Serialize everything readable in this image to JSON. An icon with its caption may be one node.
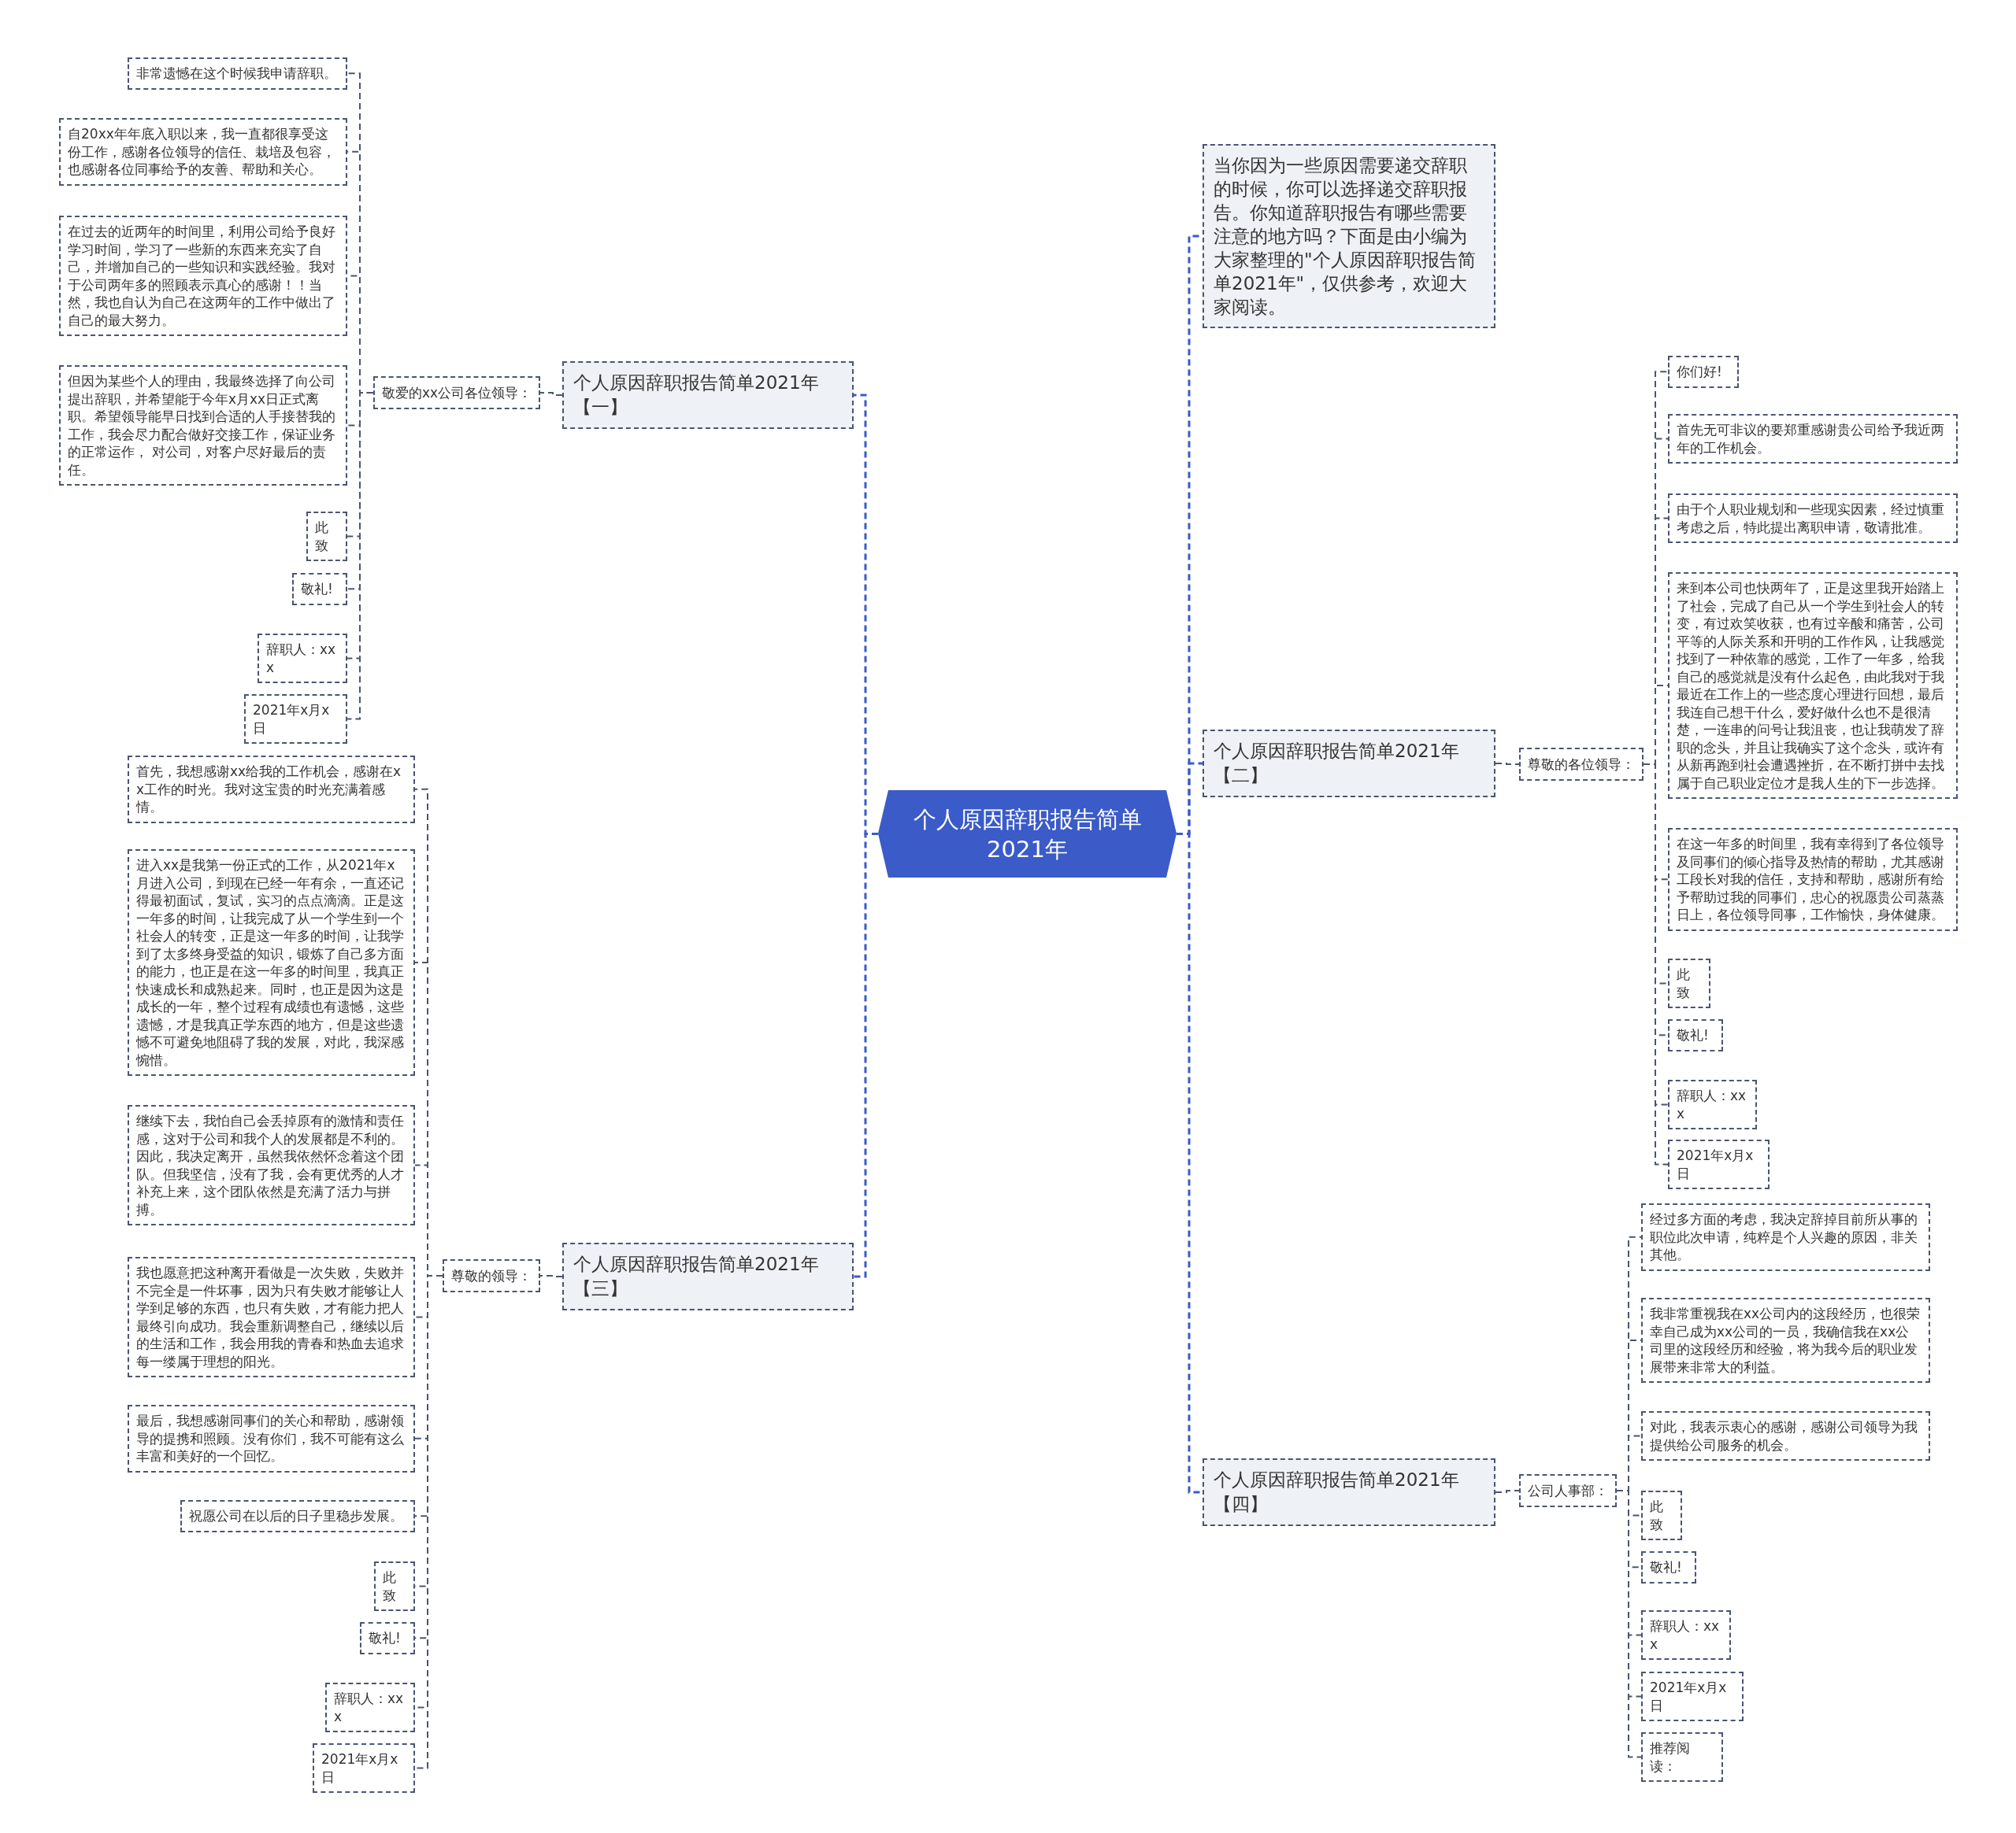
{
  "diagram": {
    "nodes": [
      {
        "text": [
          "个人原因辞职报告简单2021年"
        ]
      },
      {
        "text": [
          "当你因为一些原因需要递交辞职的时候，你可以选择递交辞职报告。你知道辞职报告有哪些需要注意的地方吗？下面是由小编为大家整理的\"个人原因辞职报告简单2021年\"，仅供参考，欢迎大家阅读。"
        ]
      },
      {
        "text": [
          "个人原因辞职报告简单2021年【一】"
        ]
      },
      {
        "text": [
          "敬爱的xx公司各位领导："
        ]
      },
      {
        "text": [
          "非常遗憾在这个时候我申请辞职。"
        ]
      },
      {
        "text": [
          "自20xx年年底入职以来，我一直都很享受这份工作，感谢各位领导的信任、栽培及包容，也感谢各位同事给予的友善、帮助和关心。"
        ]
      },
      {
        "text": [
          "在过去的近两年的时间里，利用公司给予良好学习时间，学习了一些新的东西来充实了自己，并增加自己的一些知识和实践经验。我对于公司两年多的照顾表示真心的感谢！！当然，我也自认为自己在这两年的工作中做出了自己的最大努力。"
        ]
      },
      {
        "text": [
          "但因为某些个人的理由，我最终选择了向公司提出辞职，并希望能于今年x月xx日正式离职。希望领导能早日找到合适的人手接替我的工作，我会尽力配合做好交接工作，保证业务的正常运作， 对公司，对客户尽好最后的责任。"
        ]
      },
      {
        "text": [
          "此致"
        ]
      },
      {
        "text": [
          "敬礼!"
        ]
      },
      {
        "text": [
          "辞职人：xxx"
        ]
      },
      {
        "text": [
          "2021年x月x日"
        ]
      },
      {
        "text": [
          "个人原因辞职报告简单2021年【二】"
        ]
      },
      {
        "text": [
          "尊敬的各位领导："
        ]
      },
      {
        "text": [
          "你们好!"
        ]
      },
      {
        "text": [
          "首先无可非议的要郑重感谢贵公司给予我近两年的工作机会。"
        ]
      },
      {
        "text": [
          "由于个人职业规划和一些现实因素，经过慎重考虑之后，特此提出离职申请，敬请批准。"
        ]
      },
      {
        "text": [
          "来到本公司也快两年了，正是这里我开始踏上了社会，完成了自己从一个学生到社会人的转变，有过欢笑收获，也有过辛酸和痛苦，公司平等的人际关系和开明的工作作风，让我感觉找到了一种依靠的感觉，工作了一年多，给我自己的感觉就是没有什么起色，由此我对于我最近在工作上的一些态度心理进行回想，最后我连自己想干什么，爱好做什么也不是很清楚，一连串的问号让我沮丧，也让我萌发了辞职的念头，并且让我确实了这个念头，或许有从新再跑到社会遭遇挫折，在不断打拼中去找属于自己职业定位才是我人生的下一步选择。"
        ]
      },
      {
        "text": [
          "在这一年多的时间里，我有幸得到了各位领导及同事们的倾心指导及热情的帮助，尤其感谢工段长对我的信任，支持和帮助，感谢所有给予帮助过我的同事们，忠心的祝愿贵公司蒸蒸日上，各位领导同事，工作愉快，身体健康。"
        ]
      },
      {
        "text": [
          "此致"
        ]
      },
      {
        "text": [
          "敬礼!"
        ]
      },
      {
        "text": [
          "辞职人：xxx"
        ]
      },
      {
        "text": [
          "2021年x月x日"
        ]
      },
      {
        "text": [
          "个人原因辞职报告简单2021年【三】"
        ]
      },
      {
        "text": [
          "尊敬的领导："
        ]
      },
      {
        "text": [
          "首先，我想感谢xx给我的工作机会，感谢在xx工作的时光。我对这宝贵的时光充满着感情。"
        ]
      },
      {
        "text": [
          "进入xx是我第一份正式的工作，从2021年x月进入公司，到现在已经一年有余，一直还记得最初面试，复试，实习的点点滴滴。正是这一年多的时间，让我完成了从一个学生到一个社会人的转变，正是这一年多的时间，让我学到了太多终身受益的知识，锻炼了自己多方面的能力，也正是在这一年多的时间里，我真正快速成长和成熟起来。同时，也正是因为这是成长的一年，整个过程有成绩也有遗憾，这些遗憾，才是我真正学东西的地方，但是这些遗憾不可避免地阻碍了我的发展，对此，我深感惋惜。"
        ]
      },
      {
        "text": [
          "继续下去，我怕自己会丢掉原有的激情和责任感，这对于公司和我个人的发展都是不利的。因此，我决定离开，虽然我依然怀念着这个团队。但我坚信，没有了我，会有更优秀的人才补充上来，这个团队依然是充满了活力与拼搏。"
        ]
      },
      {
        "text": [
          "我也愿意把这种离开看做是一次失败，失败并不完全是一件坏事，因为只有失败才能够让人学到足够的东西，也只有失败，才有能力把人最终引向成功。我会重新调整自己，继续以后的生活和工作，我会用我的青春和热血去追求每一缕属于理想的阳光。"
        ]
      },
      {
        "text": [
          "最后，我想感谢同事们的关心和帮助，感谢领导的提携和照顾。没有你们，我不可能有这么丰富和美好的一个回忆。"
        ]
      },
      {
        "text": [
          "祝愿公司在以后的日子里稳步发展。"
        ]
      },
      {
        "text": [
          "此致"
        ]
      },
      {
        "text": [
          "敬礼!"
        ]
      },
      {
        "text": [
          "辞职人：xxx"
        ]
      },
      {
        "text": [
          "2021年x月x日"
        ]
      },
      {
        "text": [
          "个人原因辞职报告简单2021年【四】"
        ]
      },
      {
        "text": [
          "公司人事部："
        ]
      },
      {
        "text": [
          "经过多方面的考虑，我决定辞掉目前所从事的职位此次申请，纯粹是个人兴趣的原因，非关其他。"
        ]
      },
      {
        "text": [
          "我非常重视我在xx公司内的这段经历，也很荣幸自己成为xx公司的一员，我确信我在xx公司里的这段经历和经验，将为我今后的职业发展带来非常大的利益。"
        ]
      },
      {
        "text": [
          "对此，我表示衷心的感谢，感谢公司领导为我提供给公司服务的机会。"
        ]
      },
      {
        "text": [
          "此致"
        ]
      },
      {
        "text": [
          "敬礼!"
        ]
      },
      {
        "text": [
          "辞职人：xxx"
        ]
      },
      {
        "text": [
          "2021年x月x日"
        ]
      },
      {
        "text": [
          "推荐阅读："
        ]
      }
    ],
    "edges": [
      {
        "from": 0,
        "to": 1,
        "arrow": "none",
        "color": "#3a5bc8"
      },
      {
        "from": 0,
        "to": 2,
        "arrow": "none",
        "color": "#3a5bc8"
      },
      {
        "from": 0,
        "to": 12,
        "arrow": "none",
        "color": "#3a5bc8"
      },
      {
        "from": 0,
        "to": 23,
        "arrow": "none",
        "color": "#3a5bc8"
      },
      {
        "from": 0,
        "to": 35,
        "arrow": "none",
        "color": "#3a5bc8"
      },
      {
        "from": 2,
        "to": 3,
        "arrow": "none"
      },
      {
        "from": 3,
        "to": 4,
        "arrow": "none"
      },
      {
        "from": 3,
        "to": 5,
        "arrow": "none"
      },
      {
        "from": 3,
        "to": 6,
        "arrow": "none"
      },
      {
        "from": 3,
        "to": 7,
        "arrow": "none"
      },
      {
        "from": 3,
        "to": 8,
        "arrow": "none"
      },
      {
        "from": 3,
        "to": 9,
        "arrow": "none"
      },
      {
        "from": 3,
        "to": 10,
        "arrow": "none"
      },
      {
        "from": 3,
        "to": 11,
        "arrow": "none"
      },
      {
        "from": 12,
        "to": 13,
        "arrow": "none"
      },
      {
        "from": 13,
        "to": 14,
        "arrow": "none"
      },
      {
        "from": 13,
        "to": 15,
        "arrow": "none"
      },
      {
        "from": 13,
        "to": 16,
        "arrow": "none"
      },
      {
        "from": 13,
        "to": 17,
        "arrow": "none"
      },
      {
        "from": 13,
        "to": 18,
        "arrow": "none"
      },
      {
        "from": 13,
        "to": 19,
        "arrow": "none"
      },
      {
        "from": 13,
        "to": 20,
        "arrow": "none"
      },
      {
        "from": 13,
        "to": 21,
        "arrow": "none"
      },
      {
        "from": 13,
        "to": 22,
        "arrow": "none"
      },
      {
        "from": 23,
        "to": 24,
        "arrow": "none"
      },
      {
        "from": 24,
        "to": 25,
        "arrow": "none"
      },
      {
        "from": 24,
        "to": 26,
        "arrow": "none"
      },
      {
        "from": 24,
        "to": 27,
        "arrow": "none"
      },
      {
        "from": 24,
        "to": 28,
        "arrow": "none"
      },
      {
        "from": 24,
        "to": 29,
        "arrow": "none"
      },
      {
        "from": 24,
        "to": 30,
        "arrow": "none"
      },
      {
        "from": 24,
        "to": 31,
        "arrow": "none"
      },
      {
        "from": 24,
        "to": 32,
        "arrow": "none"
      },
      {
        "from": 24,
        "to": 33,
        "arrow": "none"
      },
      {
        "from": 24,
        "to": 34,
        "arrow": "none"
      },
      {
        "from": 35,
        "to": 36,
        "arrow": "none"
      },
      {
        "from": 36,
        "to": 37,
        "arrow": "none"
      },
      {
        "from": 36,
        "to": 38,
        "arrow": "none"
      },
      {
        "from": 36,
        "to": 39,
        "arrow": "none"
      },
      {
        "from": 36,
        "to": 40,
        "arrow": "none"
      },
      {
        "from": 36,
        "to": 41,
        "arrow": "none"
      },
      {
        "from": 36,
        "to": 42,
        "arrow": "none"
      },
      {
        "from": 36,
        "to": 43,
        "arrow": "none"
      },
      {
        "from": 36,
        "to": 44,
        "arrow": "none"
      }
    ]
  }
}
